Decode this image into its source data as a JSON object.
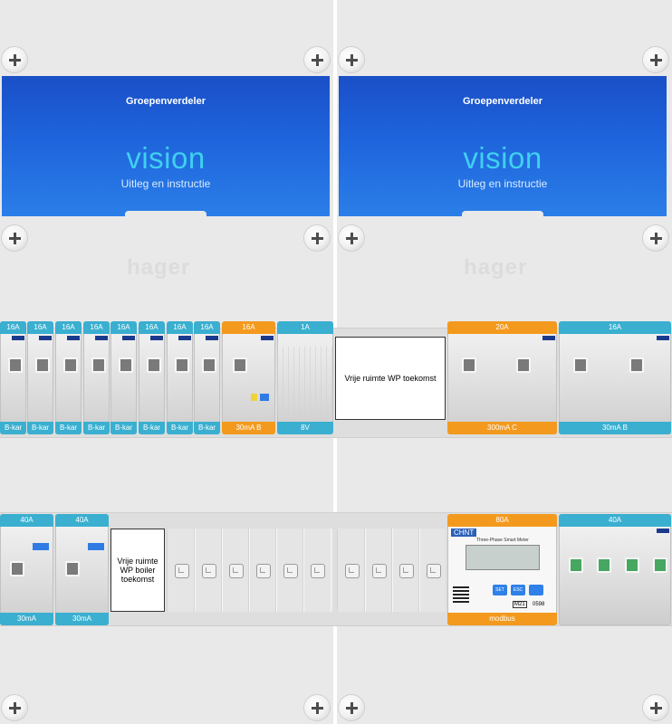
{
  "cover": {
    "title": "Groepenverdeler",
    "brand": "vision",
    "subtitle": "Uitleg en instructie"
  },
  "watermark": "hager",
  "colors": {
    "teal": "#3aafd0",
    "orange": "#f39a1e",
    "cover_blue": "#1e64dc"
  },
  "row1_left": [
    {
      "rating": "16A",
      "label": "B-kar",
      "color": "teal"
    },
    {
      "rating": "16A",
      "label": "B-kar",
      "color": "teal"
    },
    {
      "rating": "16A",
      "label": "B-kar",
      "color": "teal"
    },
    {
      "rating": "16A",
      "label": "B-kar",
      "color": "teal"
    },
    {
      "rating": "16A",
      "label": "B-kar",
      "color": "teal"
    },
    {
      "rating": "16A",
      "label": "B-kar",
      "color": "teal"
    },
    {
      "rating": "16A",
      "label": "B-kar",
      "color": "teal"
    },
    {
      "rating": "16A",
      "label": "B-kar",
      "color": "teal"
    },
    {
      "rating": "16A",
      "label": "30mA B",
      "color": "orange"
    },
    {
      "rating": "1A",
      "label": "8V",
      "color": "teal"
    }
  ],
  "row1_free": "Vrije ruimte WP toekomst",
  "row1_right": [
    {
      "rating": "20A",
      "label": "300mA C",
      "color": "orange"
    },
    {
      "rating": "16A",
      "label": "30mA B",
      "color": "teal"
    }
  ],
  "row2_left": [
    {
      "rating": "40A",
      "label": "30mA",
      "color": "teal"
    },
    {
      "rating": "40A",
      "label": "30mA",
      "color": "teal"
    }
  ],
  "row2_free": "Vrije ruimte WP boiler toekomst",
  "meter": {
    "rating": "80A",
    "label": "modbus",
    "brand": "CHNT",
    "title": "Three-Phase Smart Meter",
    "btn_set": "SET",
    "btn_esc": "ESC",
    "code": "M21",
    "num": "0598"
  },
  "row2_right": {
    "rating": "40A",
    "label": "",
    "color": "teal"
  }
}
